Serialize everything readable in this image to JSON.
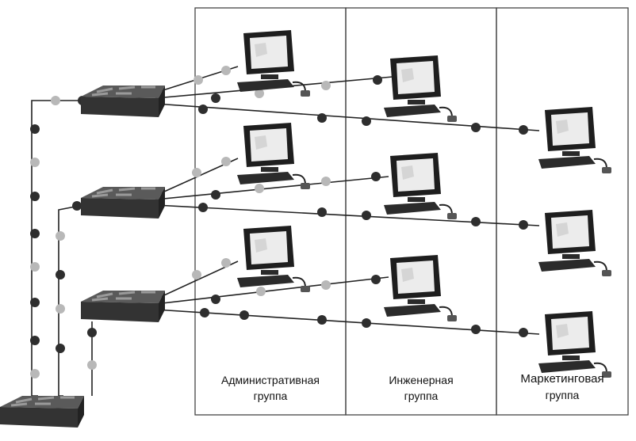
{
  "groups": [
    {
      "name": "Административная",
      "suffix": "группа"
    },
    {
      "name": "Инженерная",
      "suffix": "группа"
    },
    {
      "name": "Маркетинговая",
      "suffix": "группа"
    }
  ],
  "colors": {
    "line": "#222222",
    "switch_top": "#5a5a5a",
    "switch_side": "#333333",
    "dot_dark": "#2e2e2e",
    "dot_light": "#b8b8b8",
    "screen": "#ececec",
    "monitor_body": "#1e1e1e"
  },
  "icons": [
    "switch-icon",
    "computer-icon",
    "vlan-port-dot"
  ]
}
